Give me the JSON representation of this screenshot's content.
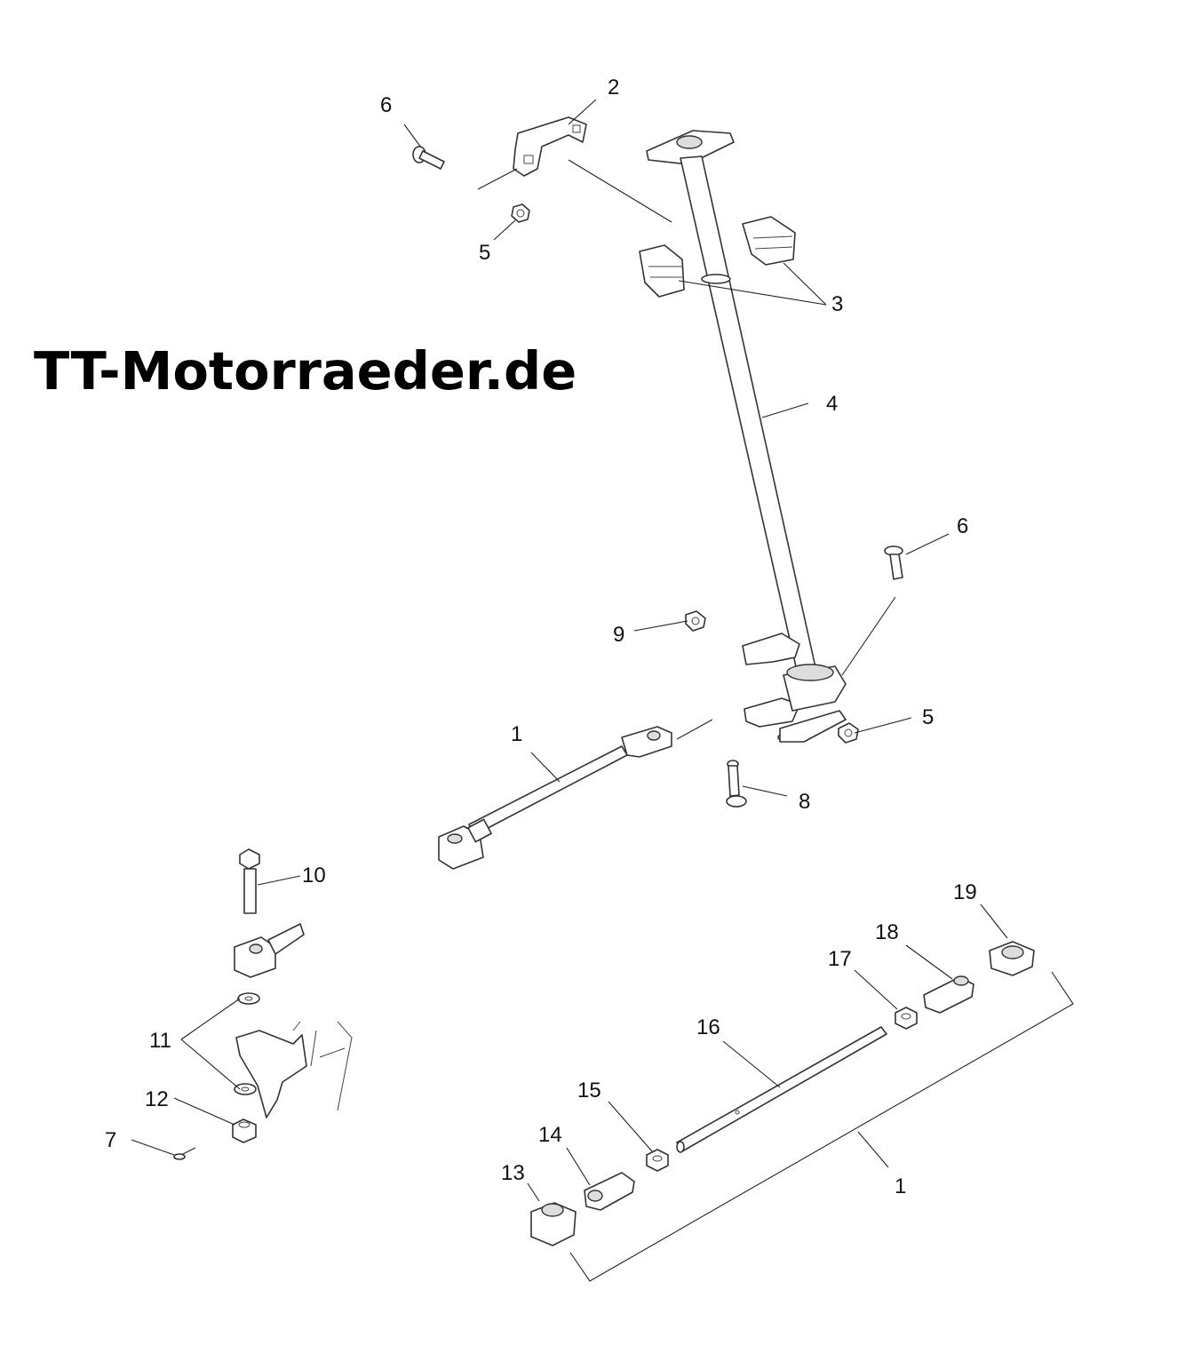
{
  "watermark": "TT-Motorraeder.de",
  "callouts": {
    "c1a": "1",
    "c1b": "1",
    "c2": "2",
    "c3": "3",
    "c4": "4",
    "c5a": "5",
    "c5b": "5",
    "c6a": "6",
    "c6b": "6",
    "c7": "7",
    "c8": "8",
    "c9": "9",
    "c10": "10",
    "c11": "11",
    "c12": "12",
    "c13": "13",
    "c14": "14",
    "c15": "15",
    "c16": "16",
    "c17": "17",
    "c18": "18",
    "c19": "19"
  }
}
